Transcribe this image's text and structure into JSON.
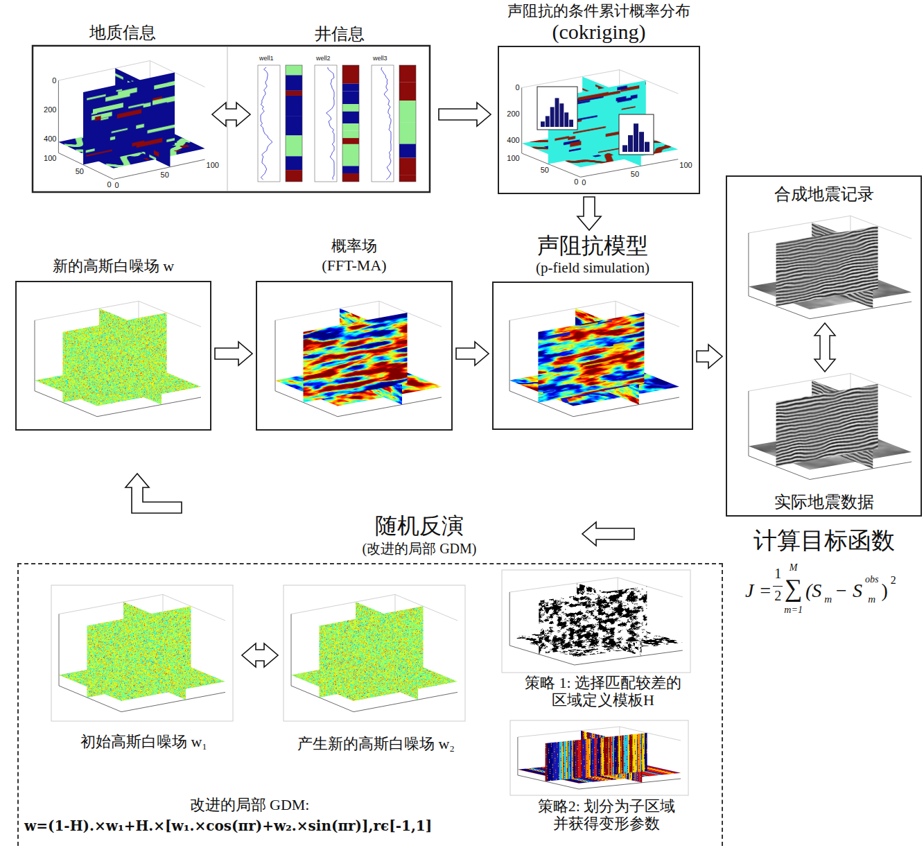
{
  "diagram": {
    "nodes": [
      {
        "text": [
          "地质信息"
        ]
      },
      {
        "text": [
          "井信息"
        ]
      },
      {
        "text": [
          "声阻抗的条件累计概率分布",
          "(cokriging)"
        ]
      },
      {
        "text": [
          "新的高斯白噪场 w"
        ]
      },
      {
        "text": [
          "概率场",
          "(FFT-MA)"
        ]
      },
      {
        "text": [
          "声阻抗模型",
          "(p-field simulation)"
        ]
      },
      {
        "text": [
          "合成地震记录",
          "实际地震数据"
        ]
      },
      {
        "text": [
          "随机反演",
          "(改进的局部 GDM)"
        ]
      },
      {
        "text": [
          "初始高斯白噪场 w₁"
        ],
        "in": 7
      },
      {
        "text": [
          "产生新的高斯白噪场 w₂"
        ],
        "in": 7
      },
      {
        "text": [
          "策略 1: 选择匹配较差的 区域定义模板H"
        ],
        "in": 7
      },
      {
        "text": [
          "策略2: 划分为子区域 并获得变形参数"
        ],
        "in": 7
      }
    ],
    "edges": [
      {
        "from": 0,
        "to": 1,
        "arrow": "both"
      },
      {
        "from": 1,
        "to": 2,
        "arrow": "to"
      },
      {
        "from": 2,
        "to": 5,
        "arrow": "to"
      },
      {
        "from": 3,
        "to": 4,
        "arrow": "to"
      },
      {
        "from": 4,
        "to": 5,
        "arrow": "to"
      },
      {
        "from": 5,
        "to": 6,
        "arrow": "to"
      },
      {
        "from": 6,
        "to": 7,
        "arrow": "to"
      },
      {
        "from": 7,
        "to": 3,
        "arrow": "to"
      },
      {
        "from": 8,
        "to": 9,
        "arrow": "both"
      }
    ],
    "labels": [
      "well1",
      "well2",
      "well3",
      "0",
      "200",
      "400",
      "100",
      "50",
      "0",
      "0",
      "50",
      "100",
      "0",
      "200",
      "400",
      "100",
      "50",
      "0",
      "0",
      "50",
      "100",
      "计算目标函数",
      "J =",
      "1",
      "2",
      "M",
      "∑",
      "m=1",
      "(S",
      "m",
      "− S",
      "obs",
      "m",
      ")",
      "2",
      "改进的局部 GDM:",
      "w=(1-H).×w₁+H.×[w₁.×cos(πr)+w₂.×sin(πr)],rϵ[-1,1]"
    ]
  }
}
